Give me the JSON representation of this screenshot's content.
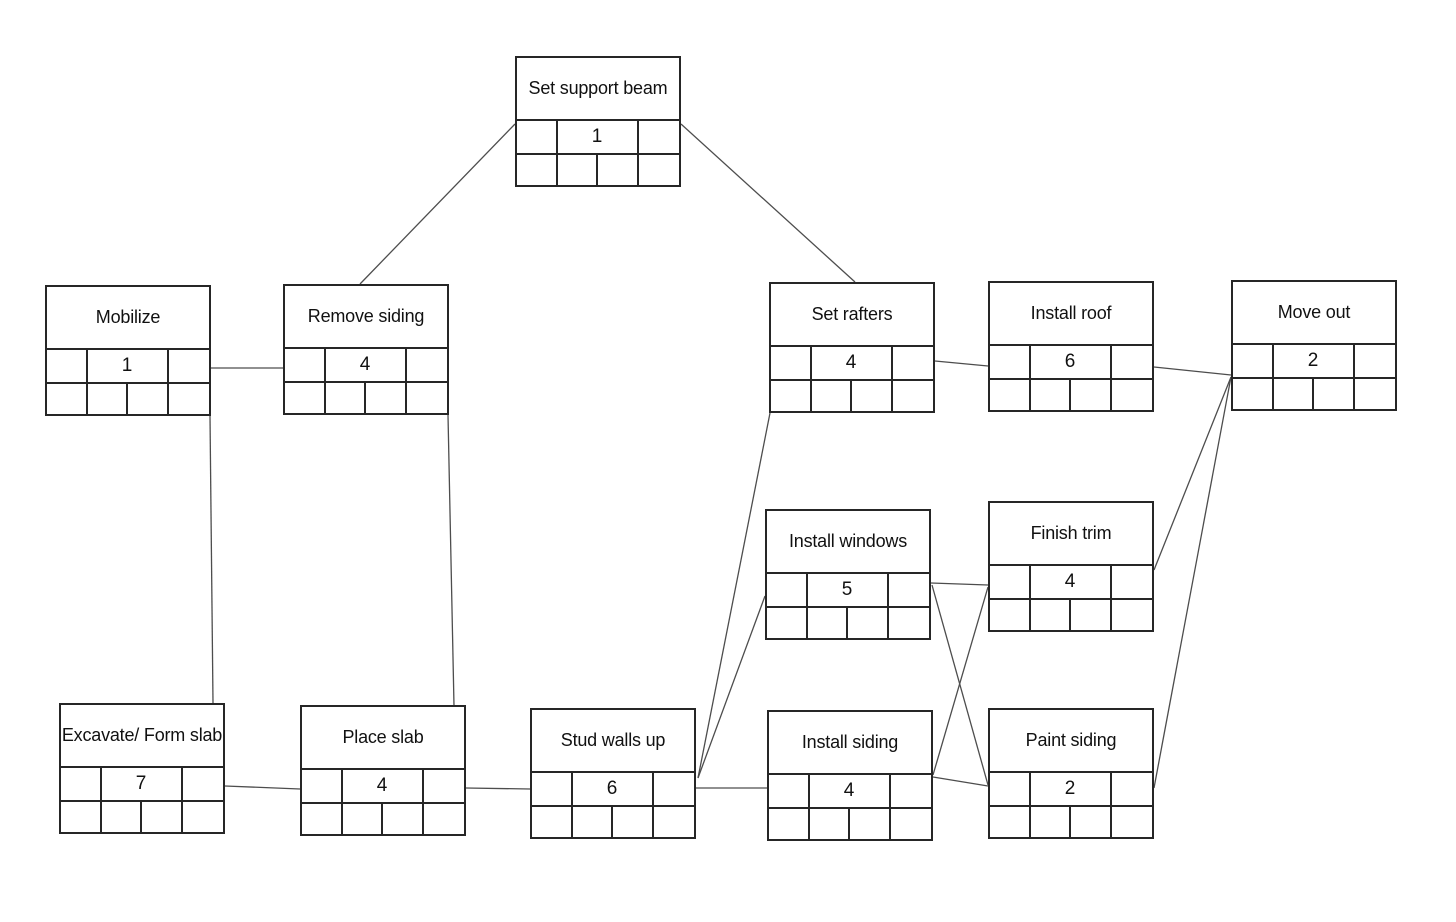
{
  "diagram": {
    "title": "Construction project activity network",
    "type": "activity-on-node precedence network",
    "node_structure": {
      "rows": [
        "activity name",
        "3 cells with duration in center",
        "4 empty cells"
      ]
    },
    "colors": {
      "background": "#ffffff",
      "box_border": "#262626",
      "connector_line": "#4d4d4d",
      "text": "#111111"
    },
    "nodes": [
      {
        "id": "set-support-beam",
        "label": "Set support beam",
        "duration": "1"
      },
      {
        "id": "mobilize",
        "label": "Mobilize",
        "duration": "1"
      },
      {
        "id": "remove-siding",
        "label": "Remove siding",
        "duration": "4"
      },
      {
        "id": "set-rafters",
        "label": "Set rafters",
        "duration": "4"
      },
      {
        "id": "install-roof",
        "label": "Install roof",
        "duration": "6"
      },
      {
        "id": "move-out",
        "label": "Move out",
        "duration": "2"
      },
      {
        "id": "install-windows",
        "label": "Install windows",
        "duration": "5"
      },
      {
        "id": "finish-trim",
        "label": "Finish trim",
        "duration": "4"
      },
      {
        "id": "excavate-form-slab",
        "label": "Excavate/ Form slab",
        "duration": "7"
      },
      {
        "id": "place-slab",
        "label": "Place slab",
        "duration": "4"
      },
      {
        "id": "stud-walls-up",
        "label": "Stud walls up",
        "duration": "6"
      },
      {
        "id": "install-siding",
        "label": "Install siding",
        "duration": "4"
      },
      {
        "id": "paint-siding",
        "label": "Paint siding",
        "duration": "2"
      }
    ],
    "edges": [
      {
        "from": "mobilize",
        "to": "remove-siding"
      },
      {
        "from": "remove-siding",
        "to": "set-support-beam"
      },
      {
        "from": "set-support-beam",
        "to": "set-rafters"
      },
      {
        "from": "set-rafters",
        "to": "install-roof"
      },
      {
        "from": "install-roof",
        "to": "move-out"
      },
      {
        "from": "mobilize",
        "to": "excavate-form-slab"
      },
      {
        "from": "remove-siding",
        "to": "place-slab"
      },
      {
        "from": "excavate-form-slab",
        "to": "place-slab"
      },
      {
        "from": "place-slab",
        "to": "stud-walls-up"
      },
      {
        "from": "stud-walls-up",
        "to": "set-rafters"
      },
      {
        "from": "stud-walls-up",
        "to": "install-windows"
      },
      {
        "from": "stud-walls-up",
        "to": "install-siding"
      },
      {
        "from": "install-windows",
        "to": "finish-trim"
      },
      {
        "from": "install-windows",
        "to": "paint-siding"
      },
      {
        "from": "install-siding",
        "to": "finish-trim"
      },
      {
        "from": "install-siding",
        "to": "paint-siding"
      },
      {
        "from": "finish-trim",
        "to": "move-out"
      },
      {
        "from": "paint-siding",
        "to": "move-out"
      }
    ]
  }
}
